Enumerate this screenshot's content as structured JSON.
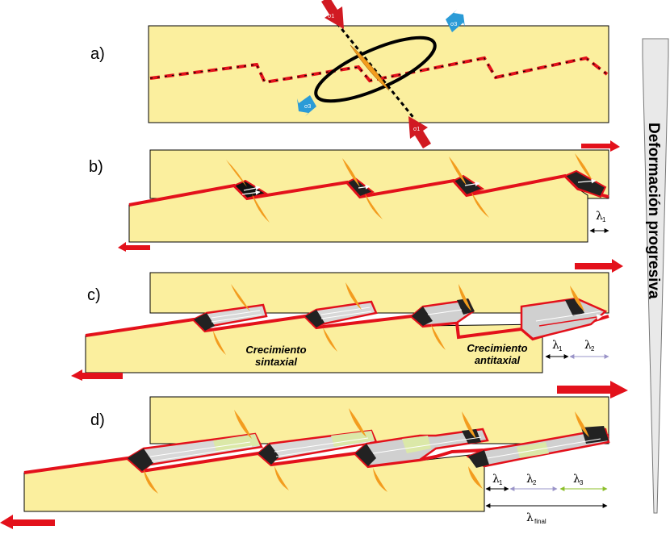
{
  "panels": {
    "a": {
      "label": "a)"
    },
    "b": {
      "label": "b)",
      "lambda1": "λ",
      "lambda1_sub": "1"
    },
    "c": {
      "label": "c)",
      "growth_syntaxial_l1": "Crecimiento",
      "growth_syntaxial_l2": "sintaxial",
      "growth_antitaxial_l1": "Crecimiento",
      "growth_antitaxial_l2": "antitaxial",
      "lambda1": "λ",
      "lambda1_sub": "1",
      "lambda2": "λ",
      "lambda2_sub": "2"
    },
    "d": {
      "label": "d)",
      "lambda1": "λ",
      "lambda1_sub": "1",
      "lambda2": "λ",
      "lambda2_sub": "2",
      "lambda3": "λ",
      "lambda3_sub": "3",
      "lambda_final": "λ",
      "lambda_final_sub": "final"
    }
  },
  "stress": {
    "sigma1": "σ1",
    "sigma3": "σ3"
  },
  "side_label": "Deformación progresiva",
  "colors": {
    "block": "#fbef9e",
    "fault": "#e3111b",
    "vein": "#f39c1e",
    "fiber": "#1a1a1a",
    "compression": "#d11a22",
    "extension": "#2a9bd7",
    "lambda1": "#000000",
    "lambda2": "#9a94c8",
    "lambda3": "#8cbf2a"
  }
}
